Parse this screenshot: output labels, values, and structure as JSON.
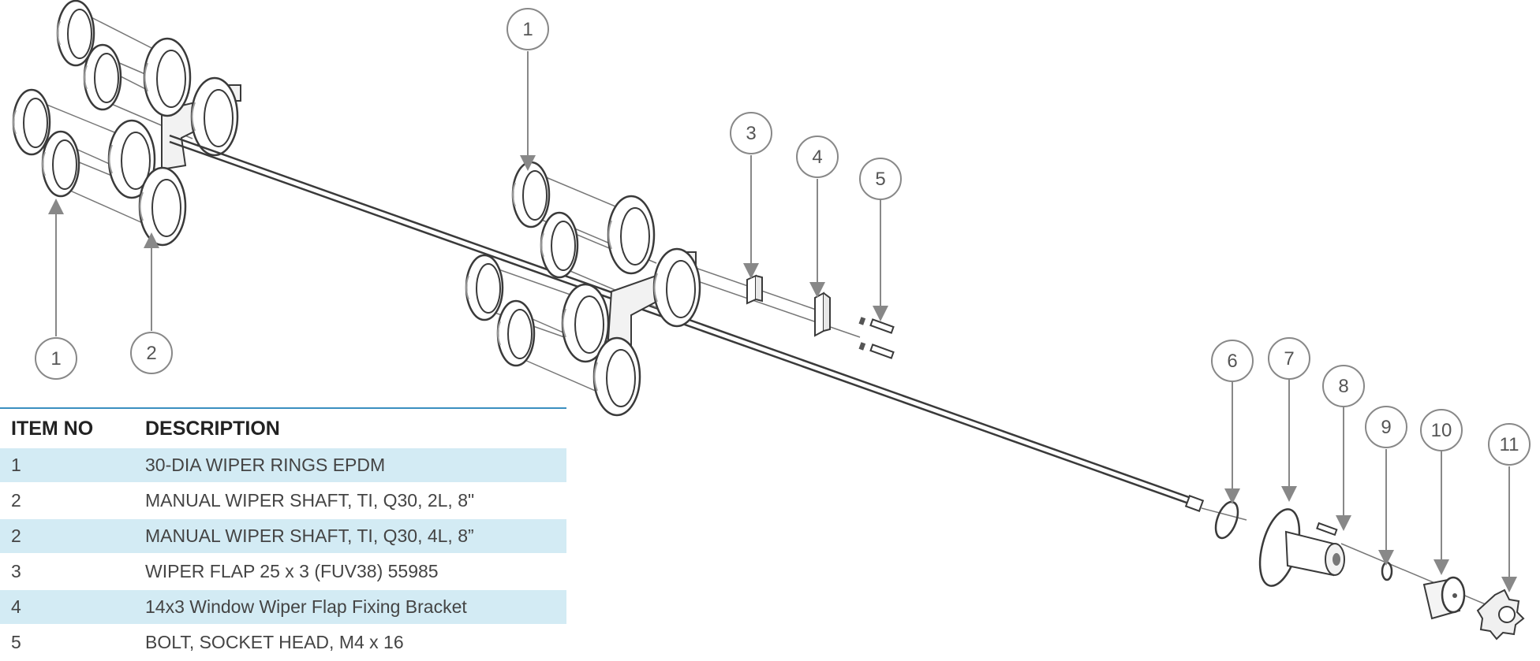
{
  "drawing": {
    "balloons": [
      "1",
      "1",
      "2",
      "3",
      "4",
      "5",
      "6",
      "7",
      "8",
      "9",
      "10",
      "11"
    ]
  },
  "bom": {
    "headers": {
      "item_no": "ITEM NO",
      "description": "DESCRIPTION"
    },
    "rows": [
      {
        "item": "1",
        "description": "30-DIA WIPER RINGS EPDM"
      },
      {
        "item": "2",
        "description": "MANUAL WIPER SHAFT, TI, Q30, 2L, 8\""
      },
      {
        "item": "2",
        "description": "MANUAL WIPER SHAFT, TI, Q30, 4L, 8”"
      },
      {
        "item": "3",
        "description": "WIPER FLAP 25 x 3 (FUV38) 55985"
      },
      {
        "item": "4",
        "description": "14x3 Window Wiper Flap Fixing Bracket"
      },
      {
        "item": "5",
        "description": "BOLT, SOCKET HEAD, M4 x 16"
      }
    ]
  },
  "colors": {
    "accent": "#3a8fc0",
    "row_highlight": "#d3ebf4",
    "line": "#444444"
  }
}
